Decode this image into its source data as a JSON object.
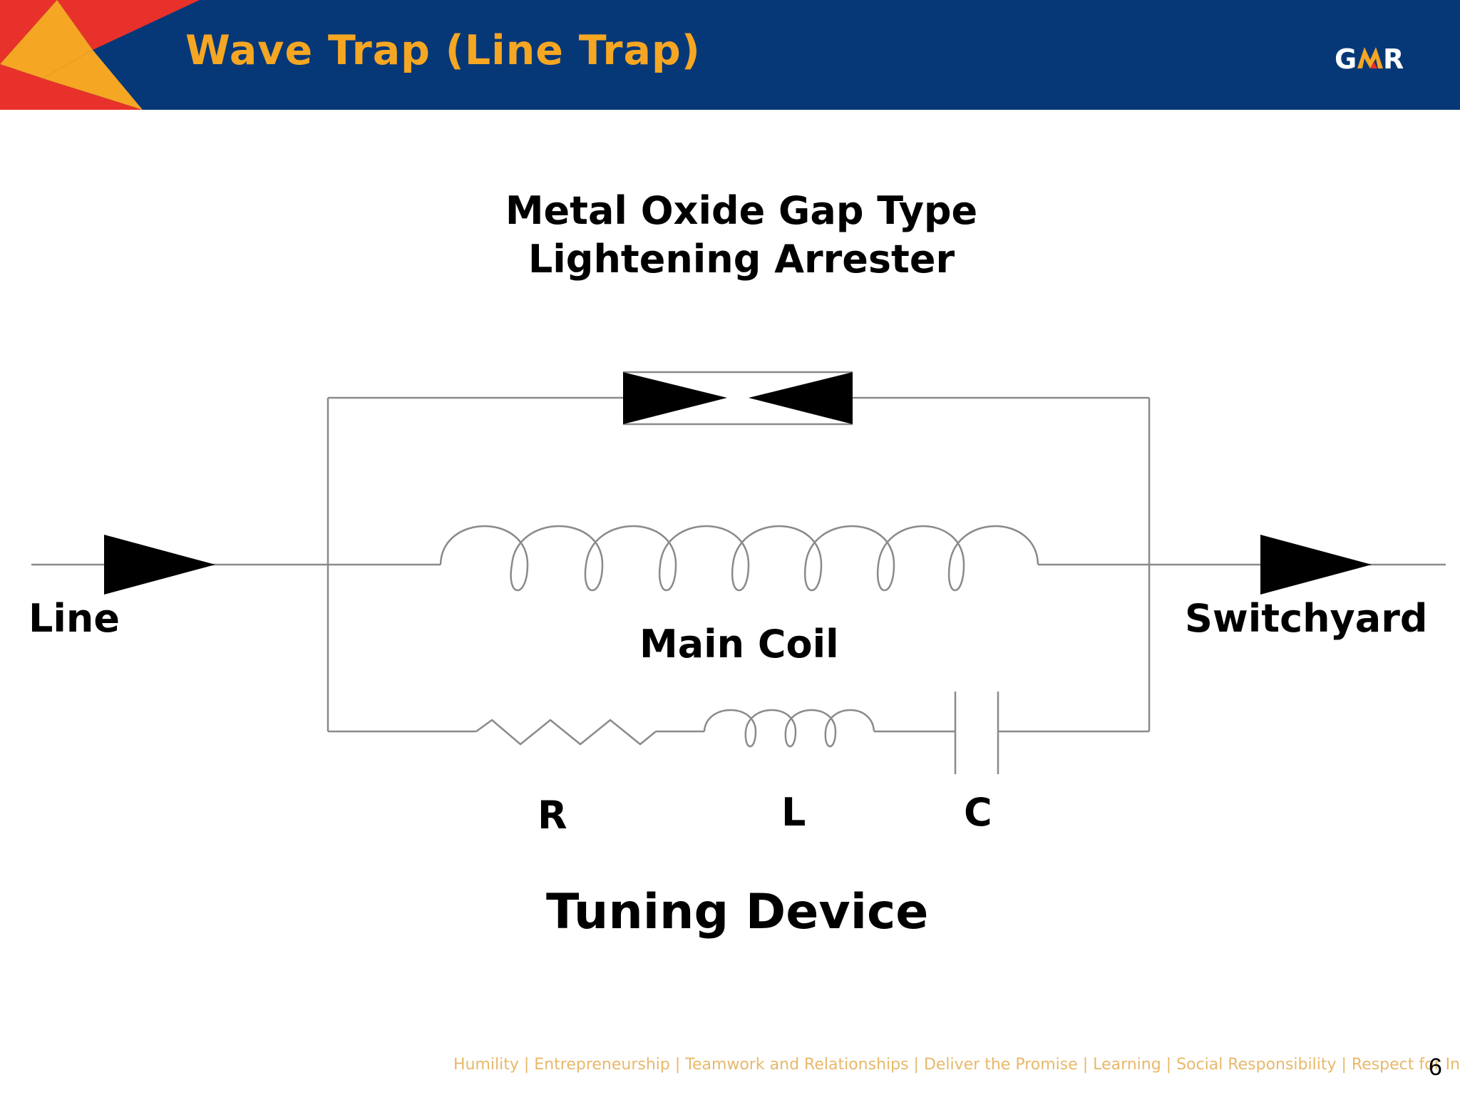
{
  "header": {
    "title": "Wave Trap (Line Trap)",
    "logo_text": "GMR",
    "background_color": "#063878",
    "title_color": "#f5a623"
  },
  "diagram": {
    "arrester_label_line1": "Metal Oxide Gap Type",
    "arrester_label_line2": "Lightening Arrester",
    "line_label": "Line",
    "switchyard_label": "Switchyard",
    "main_coil_label": "Main Coil",
    "resistor_label": "R",
    "inductor_label": "L",
    "capacitor_label": "C",
    "tuning_label": "Tuning Device",
    "wire_color": "#8a8a8a"
  },
  "footer": {
    "values": "Humility | Entrepreneurship | Teamwork and Relationships | Deliver the Promise | Learning | Social Responsibility | Respect for Individual",
    "page_number": "6",
    "values_color": "#e8b86a"
  }
}
